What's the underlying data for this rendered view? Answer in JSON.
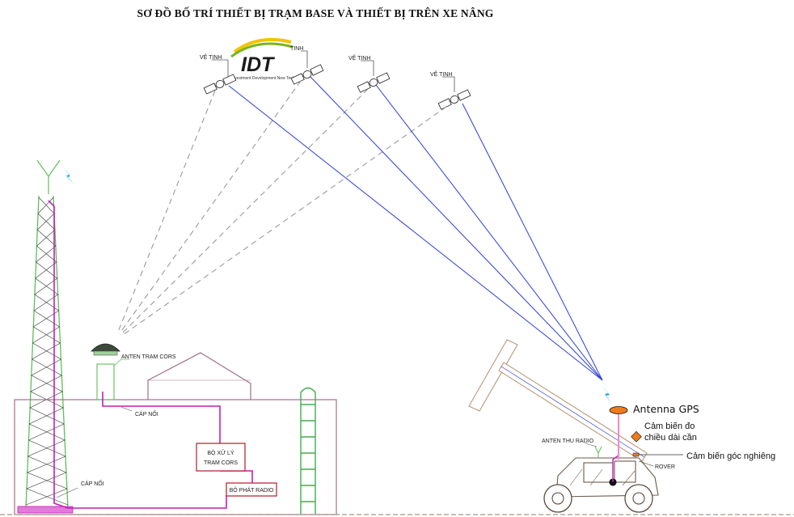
{
  "title": "SƠ ĐỒ BỐ TRÍ THIẾT BỊ TRẠM BASE VÀ THIẾT BỊ TRÊN XE NÂNG",
  "logo": {
    "text": "IDT",
    "subtitle": "Investment Development New Tech"
  },
  "satellites": [
    {
      "label": "VỆ TINH"
    },
    {
      "label": "TINH"
    },
    {
      "label": "VỆ TINH"
    },
    {
      "label": "VỆ TINH"
    }
  ],
  "base_station": {
    "antenna_label": "ANTEN TRẠM CORS",
    "cable_label_1": "CÁP NỐI",
    "cable_label_2": "CÁP NỐI",
    "processor_label_line1": "BỘ XỬ LÝ",
    "processor_label_line2": "TRẠM CORS",
    "radio_label": "BỘ PHÁT RADIO"
  },
  "vehicle": {
    "radio_antenna_label": "ANTEN THU RADIO",
    "rover_label": "ROVER",
    "gps_label": "Antenna GPS",
    "length_sensor_line1": "Cảm biến đo",
    "length_sensor_line2": "chiều dài cần",
    "angle_sensor_label": "Cảm biến góc nghiêng"
  },
  "colors": {
    "signal_blue": "#2b3fd6",
    "signal_dashed": "#9a9a9a",
    "cable_magenta": "#c21fb8",
    "building": "#a0708a",
    "ladder_green": "#3fae4d",
    "tower_green": "#5fbf5a",
    "sensor_orange": "#f07a1a",
    "crane_tan": "#b89a7c",
    "logo_green": "#7ab51d",
    "logo_yellow": "#f2c400"
  }
}
